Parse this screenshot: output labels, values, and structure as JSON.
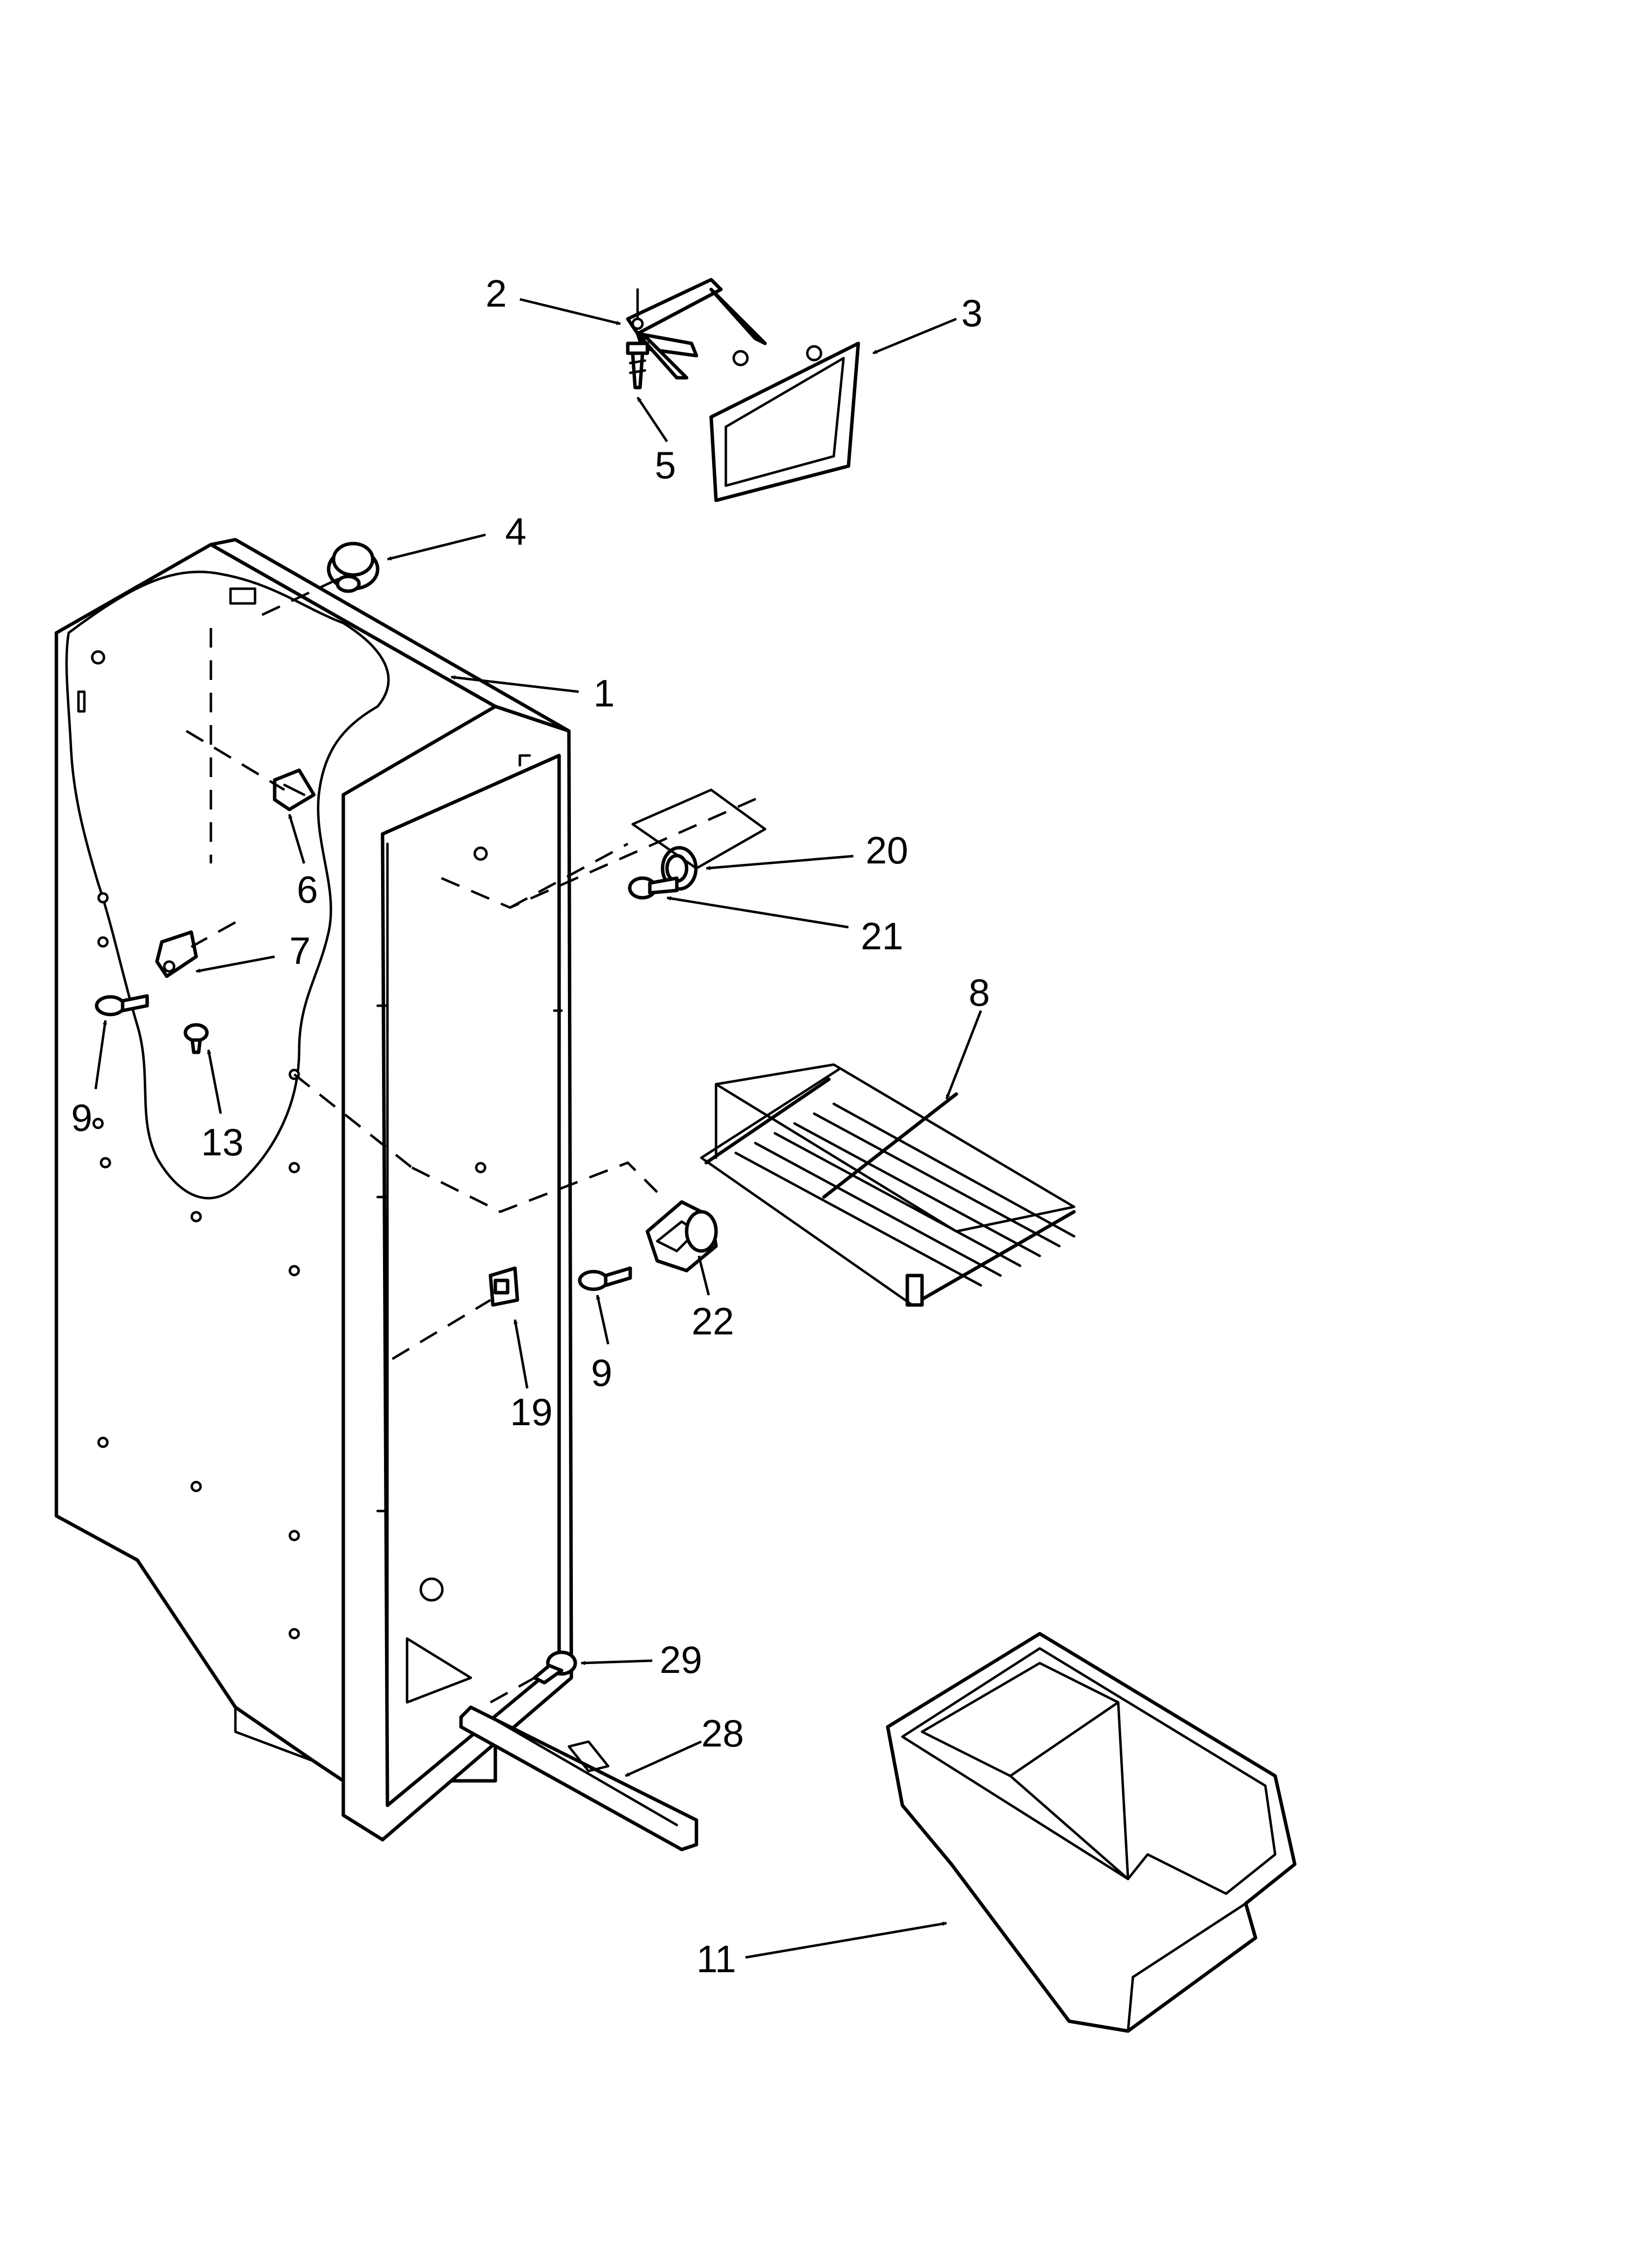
{
  "diagram": {
    "callouts": {
      "c1": "1",
      "c2": "2",
      "c3": "3",
      "c4": "4",
      "c5": "5",
      "c6": "6",
      "c7": "7",
      "c8": "8",
      "c9a": "9",
      "c9b": "9",
      "c11": "11",
      "c13": "13",
      "c19": "19",
      "c20": "20",
      "c21": "21",
      "c22": "22",
      "c28": "28",
      "c29": "29"
    }
  }
}
